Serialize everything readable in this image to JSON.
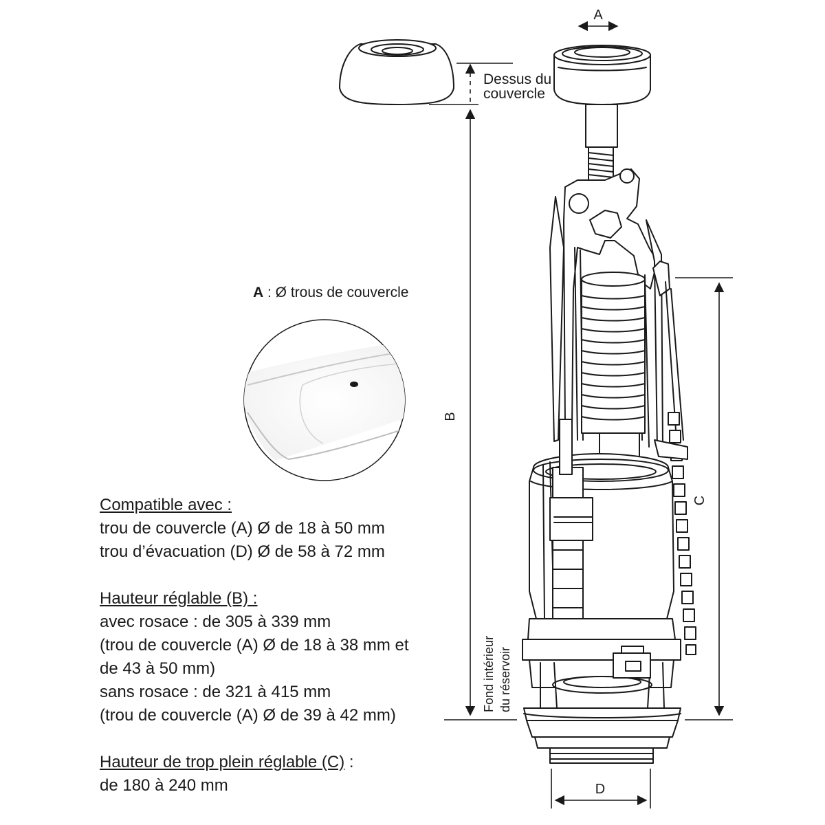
{
  "labels": {
    "dim_a": "A",
    "dim_b": "B",
    "dim_c": "C",
    "dim_d": "D",
    "lid_top_line1": "Dessus du",
    "lid_top_line2": "couvercle",
    "tank_bottom_line1": "Fond intérieur",
    "tank_bottom_line2": "du réservoir"
  },
  "hole_caption": {
    "letter": "A",
    "text": " : Ø trous de couvercle"
  },
  "specs": {
    "compat": {
      "title": "Compatible avec :",
      "lines": [
        "trou de couvercle (A) Ø de 18 à 50 mm",
        "trou d’évacuation (D) Ø de 58 à 72 mm"
      ]
    },
    "height": {
      "title": "Hauteur réglable (B) :",
      "lines": [
        "avec rosace : de 305 à 339 mm",
        "(trou de couvercle (A) Ø de 18 à 38 mm et",
        "de 43 à 50 mm)",
        "sans rosace : de 321 à 415 mm",
        "(trou de couvercle (A) Ø de 39 à 42 mm)"
      ]
    },
    "overflow": {
      "title": "Hauteur de trop plein réglable (C)",
      "title_suffix": " :",
      "lines": [
        "de 180 à 240 mm"
      ]
    }
  },
  "colors": {
    "line": "#1a1a1a",
    "fill": "#ffffff",
    "shade": "#e8e8e8"
  }
}
